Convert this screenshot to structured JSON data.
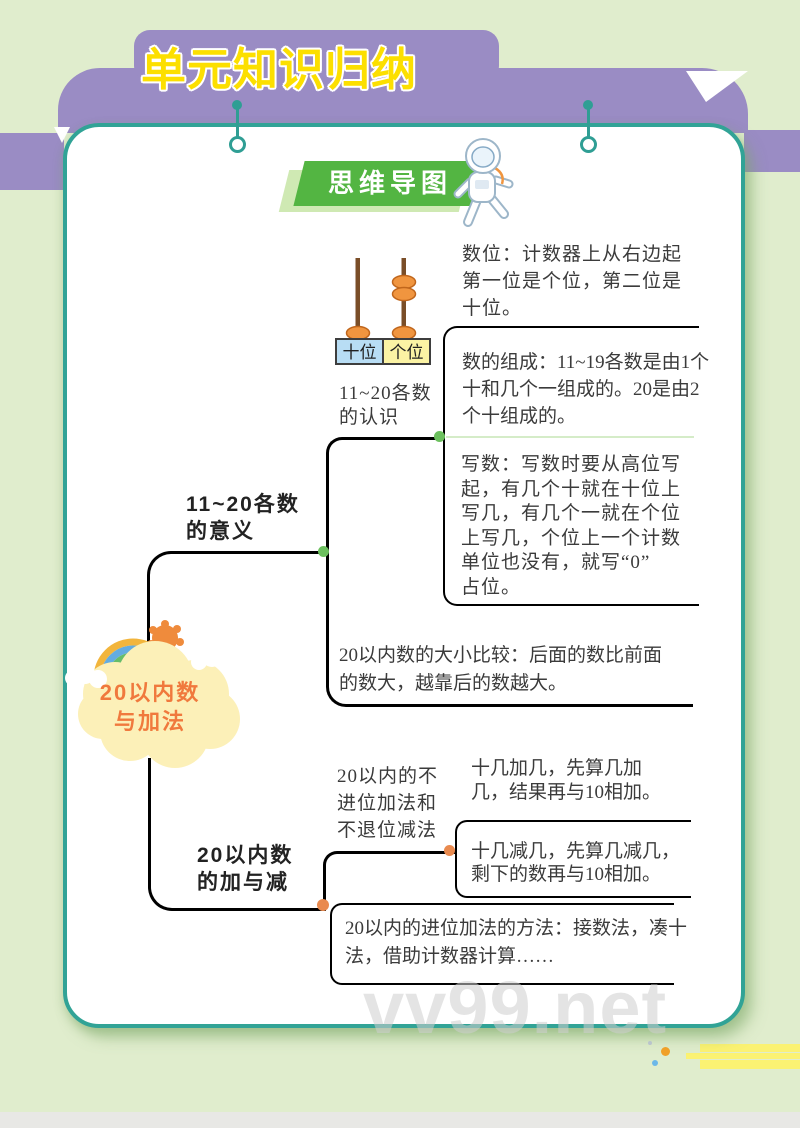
{
  "header": {
    "title": "单元知识归纳",
    "badge": "思维导图"
  },
  "abacus": {
    "tens": "十位",
    "ones": "个位"
  },
  "mindmap": {
    "root": "20以内数\n与加法",
    "branches": [
      {
        "label": "11~20各数\n的意义",
        "children": [
          {
            "label": "11~20各数\n的认识",
            "notes": [
              "数位：计数器上从右边起\n第一位是个位，第二位是\n十位。",
              "数的组成：11~19各数是由1个\n十和几个一组成的。20是由2\n个十组成的。",
              "写数：写数时要从高位写\n起，有几个十就在十位上\n写几，有几个一就在个位\n上写几，个位上一个计数\n单位也没有，就写“0”\n占位。"
            ]
          },
          {
            "note": "20以内数的大小比较：后面的数比前面\n的数大，越靠后的数越大。"
          }
        ]
      },
      {
        "label": "20以内数\n的加与减",
        "children": [
          {
            "label": "20以内的不\n进位加法和\n不退位减法",
            "notes": [
              "十几加几，先算几加\n几，结果再与10相加。",
              "十几减几，先算几减几，\n剩下的数再与10相加。"
            ]
          },
          {
            "note": "20以内的进位加法的方法：接数法，凑十\n法，借助计数器计算……"
          }
        ]
      }
    ]
  },
  "watermark": "vv99.net",
  "colors": {
    "background": "#e0edcd",
    "banner_purple": "#9a8cc4",
    "card_border_teal": "#31a396",
    "title_yellow": "#fcdf00",
    "badge_green": "#53b542",
    "branch_green": "#77c46b",
    "branch_orange": "#e98a4f",
    "cloud_fill": "#fcf0b8",
    "root_text_orange": "#f0793d"
  }
}
